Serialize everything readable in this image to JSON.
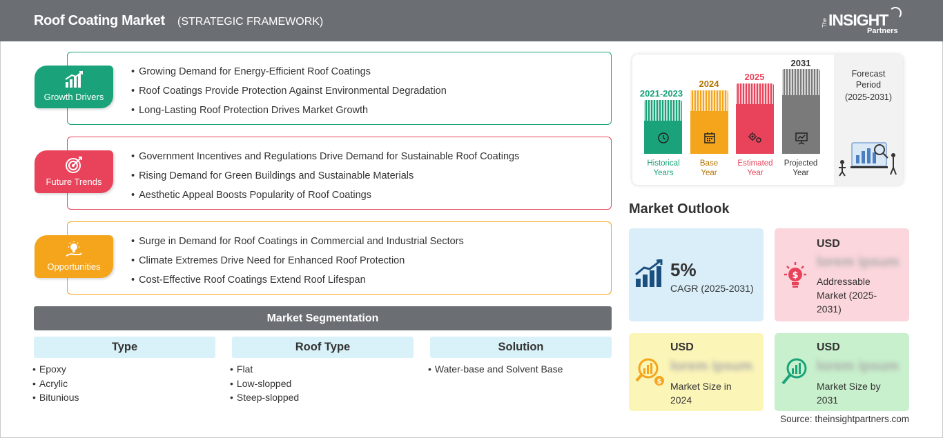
{
  "header": {
    "title": "Roof Coating Market",
    "subtitle": "(STRATEGIC FRAMEWORK)",
    "logo_the": "The",
    "logo_insight": "INSIGHT",
    "logo_partners": "Partners"
  },
  "colors": {
    "growth": "#1aa37a",
    "trends": "#e8435a",
    "opportunities": "#f4a51c",
    "header": "#6b6f73",
    "historical": "#1aa37a",
    "base": "#f4a51c",
    "estimated": "#e8435a",
    "projected": "#7a7a7a"
  },
  "panels": [
    {
      "label": "Growth Drivers",
      "icon": "bar-chart-icon",
      "items": [
        "Growing Demand for Energy-Efficient Roof Coatings",
        "Roof Coatings Provide Protection Against Environmental Degradation",
        "Long-Lasting Roof Protection Drives Market Growth"
      ]
    },
    {
      "label": "Future Trends",
      "icon": "target-icon",
      "items": [
        "Government Incentives and Regulations Drive Demand for Sustainable Roof Coatings",
        "Rising Demand for Green Buildings and Sustainable Materials",
        "Aesthetic Appeal Boosts Popularity of Roof Coatings"
      ]
    },
    {
      "label": "Opportunities",
      "icon": "lightbulb-hand-icon",
      "items": [
        "Surge in Demand for Roof Coatings in Commercial and Industrial Sectors",
        "Climate Extremes Drive Need for Enhanced Roof Protection",
        "Cost-Effective Roof Coatings Extend Roof Lifespan"
      ]
    }
  ],
  "segmentation": {
    "title": "Market Segmentation",
    "columns": [
      {
        "header": "Type",
        "items": [
          "Epoxy",
          "Acrylic",
          "Bitunious"
        ]
      },
      {
        "header": "Roof Type",
        "items": [
          "Flat",
          "Low-slopped",
          "Steep-slopped"
        ]
      },
      {
        "header": "Solution",
        "items": [
          "Water-base and Solvent Base"
        ]
      }
    ]
  },
  "timeline": {
    "forecast_label": "Forecast",
    "forecast_label2": "Period",
    "forecast_range": "(2025-2031)",
    "bars": [
      {
        "year": "2021-2023",
        "cap1": "Historical",
        "cap2": "Years",
        "icon": "clock-history-icon"
      },
      {
        "year": "2024",
        "cap1": "Base",
        "cap2": "Year",
        "icon": "calendar-icon"
      },
      {
        "year": "2025",
        "cap1": "Estimated",
        "cap2": "Year",
        "icon": "gears-icon"
      },
      {
        "year": "2031",
        "cap1": "Projected",
        "cap2": "Year",
        "icon": "presentation-chart-icon"
      }
    ]
  },
  "outlook": {
    "title": "Market Outlook",
    "cagr_value": "5%",
    "cagr_label": "CAGR (2025-2031)",
    "addressable_usd": "USD",
    "addressable_value": "lorem ipsum",
    "addressable_label": "Addressable Market (2025-2031)",
    "size2024_usd": "USD",
    "size2024_value": "lorem ipsum",
    "size2024_label": "Market Size in 2024",
    "size2031_usd": "USD",
    "size2031_value": "lorem ipsum",
    "size2031_label": "Market Size by 2031"
  },
  "source": "Source: theinsightpartners.com"
}
